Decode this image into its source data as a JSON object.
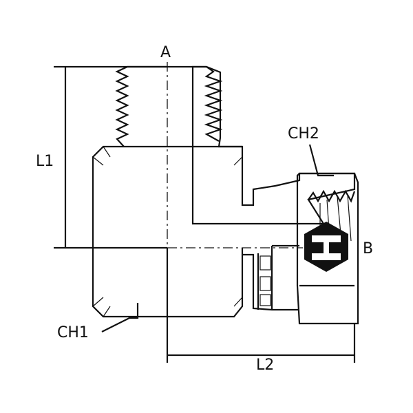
{
  "labels": {
    "a": "A",
    "b": "B",
    "l1": "L1",
    "l2": "L2",
    "ch1": "CH1",
    "ch2": "CH2"
  },
  "colors": {
    "line": "#111111",
    "background": "#ffffff"
  },
  "logo": {
    "icon": "hexagon-logo-icon"
  }
}
